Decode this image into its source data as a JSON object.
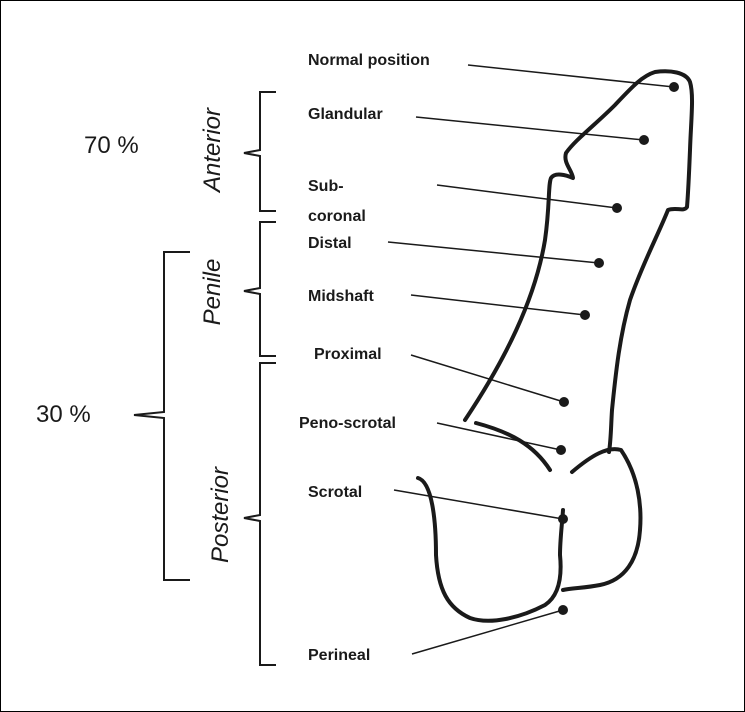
{
  "labels": {
    "normal_position": "Normal position",
    "glandular": "Glandular",
    "subcoronal_line1": "Sub-",
    "subcoronal_line2": "coronal",
    "distal": "Distal",
    "midshaft": "Midshaft",
    "proximal": "Proximal",
    "penoscrotal": "Peno-scrotal",
    "scrotal": "Scrotal",
    "perineal": "Perineal"
  },
  "regions": {
    "anterior": "Anterior",
    "penile": "Penile",
    "posterior": "Posterior"
  },
  "percentages": {
    "top": "70 %",
    "bottom": "30 %"
  },
  "colors": {
    "line": "#1a1a1a",
    "background": "#ffffff"
  }
}
